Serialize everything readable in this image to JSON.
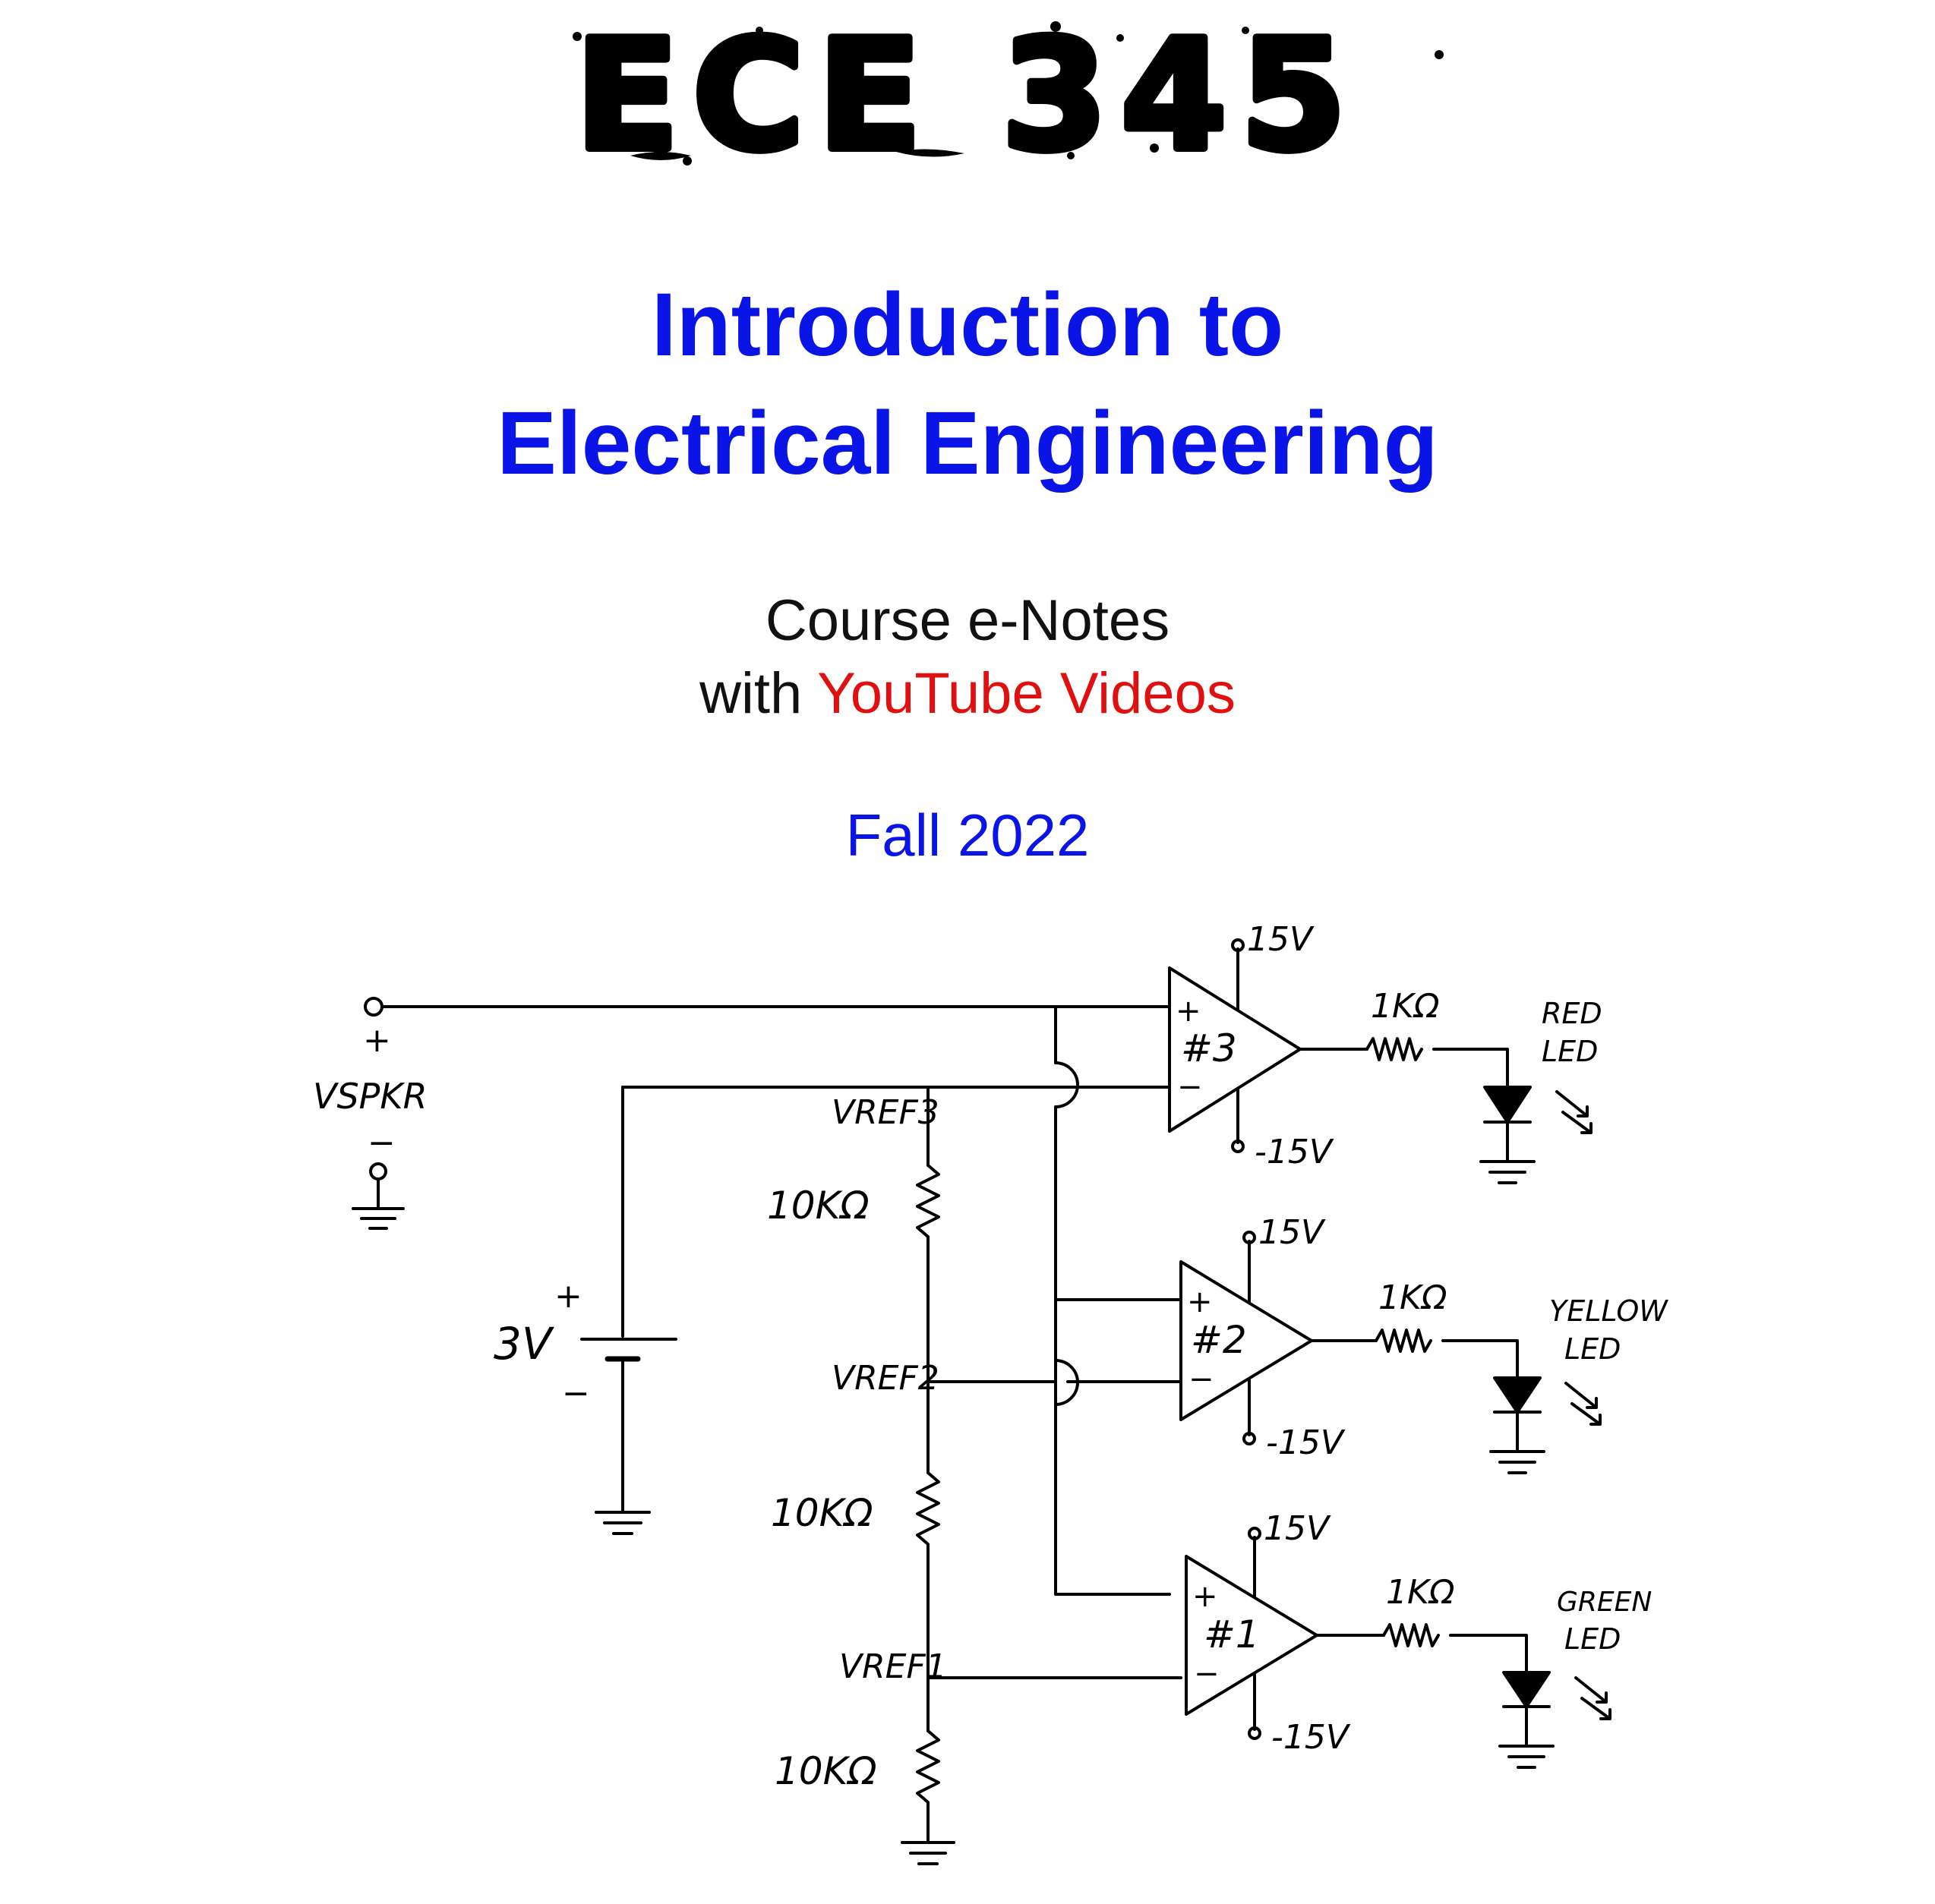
{
  "logo": {
    "text": "ECE 345"
  },
  "title": {
    "line1": "Introduction to",
    "line2": "Electrical Engineering"
  },
  "subtitle": {
    "line1": "Course e-Notes",
    "line2_prefix": "with ",
    "line2_highlight": "YouTube Videos"
  },
  "term": "Fall 2022",
  "colors": {
    "title": "#0a14e6",
    "highlight": "#e01010",
    "text": "#111111",
    "ink": "#000000"
  },
  "schematic": {
    "input_plus": "+",
    "input_label": "VSPKR",
    "input_minus": "−",
    "battery_plus": "+",
    "battery_value": "3V",
    "battery_minus": "−",
    "ref_labels": [
      "VREF3",
      "VREF2",
      "VREF1"
    ],
    "ladder_resistors": [
      "10KΩ",
      "10KΩ",
      "10KΩ"
    ],
    "comparators": [
      {
        "id": "#3",
        "supply_pos": "15V",
        "supply_neg": "-15V",
        "resistor": "1KΩ",
        "led_line1": "RED",
        "led_line2": "LED"
      },
      {
        "id": "#2",
        "supply_pos": "15V",
        "supply_neg": "-15V",
        "resistor": "1KΩ",
        "led_line1": "YELLOW",
        "led_line2": "LED"
      },
      {
        "id": "#1",
        "supply_pos": "15V",
        "supply_neg": "-15V",
        "resistor": "1KΩ",
        "led_line1": "GREEN",
        "led_line2": "LED"
      }
    ],
    "pin_plus": "+",
    "pin_minus": "−"
  }
}
